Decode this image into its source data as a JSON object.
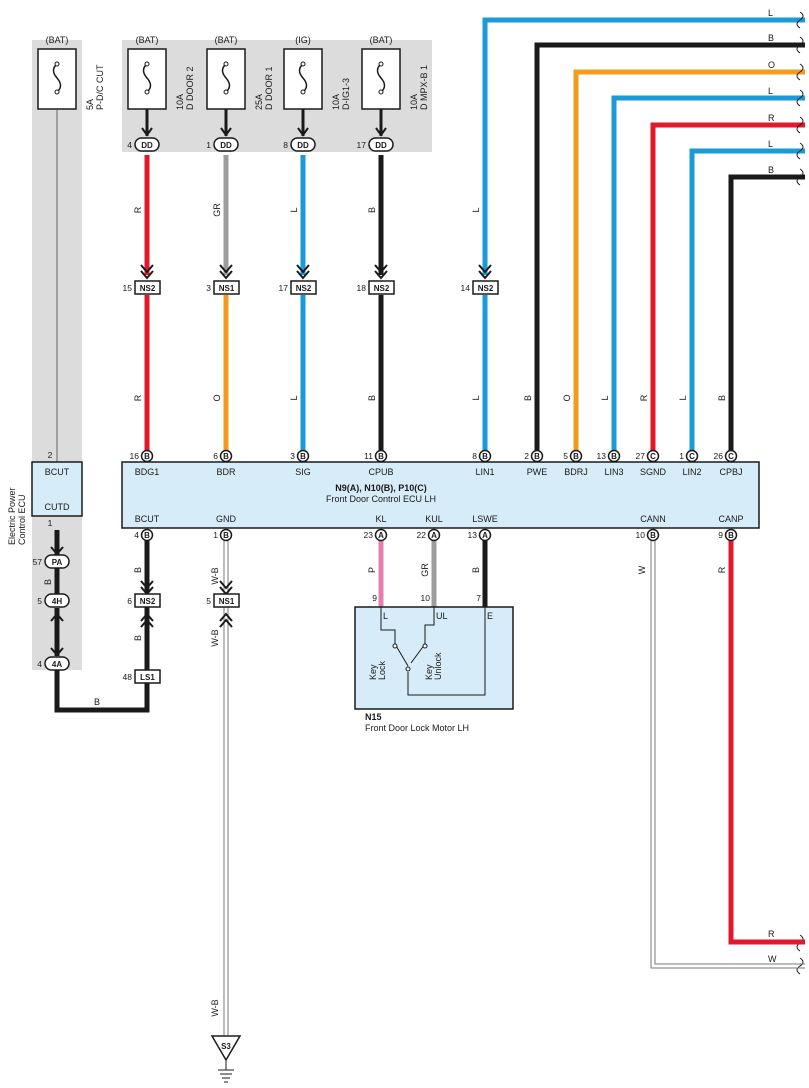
{
  "fuses": [
    {
      "source": "(BAT)",
      "rating": "5A",
      "name": "P-D/C CUT"
    },
    {
      "source": "(BAT)",
      "rating": "10A",
      "name": "D DOOR 2"
    },
    {
      "source": "(BAT)",
      "rating": "25A",
      "name": "D DOOR 1"
    },
    {
      "source": "(IG)",
      "rating": "10A",
      "name": "D-IG1-3"
    },
    {
      "source": "(BAT)",
      "rating": "10A",
      "name": "D MPX-B 1"
    }
  ],
  "dd_pins": [
    "4",
    "1",
    "8",
    "17"
  ],
  "dd_code": "DD",
  "upper_wire_colors": [
    "R",
    "GR",
    "L",
    "B",
    "L"
  ],
  "ns_connectors": [
    {
      "pin": "15",
      "code": "NS2"
    },
    {
      "pin": "3",
      "code": "NS1"
    },
    {
      "pin": "17",
      "code": "NS2"
    },
    {
      "pin": "18",
      "code": "NS2"
    },
    {
      "pin": "14",
      "code": "NS2"
    }
  ],
  "mid_wire_colors": [
    "R",
    "O",
    "L",
    "B",
    "L",
    "B",
    "O",
    "L",
    "R",
    "L",
    "B"
  ],
  "right_lines": [
    {
      "color_code": "L",
      "hex": "#1a9ad6"
    },
    {
      "color_code": "B",
      "hex": "#1a1a1a"
    },
    {
      "color_code": "O",
      "hex": "#f29b1c"
    },
    {
      "color_code": "L",
      "hex": "#1a9ad6"
    },
    {
      "color_code": "R",
      "hex": "#e3182d"
    },
    {
      "color_code": "L",
      "hex": "#1a9ad6"
    },
    {
      "color_code": "B",
      "hex": "#1a1a1a"
    }
  ],
  "ecu_top_pins": [
    {
      "num": "16",
      "conn": "B",
      "name": "BDG1"
    },
    {
      "num": "6",
      "conn": "B",
      "name": "BDR"
    },
    {
      "num": "3",
      "conn": "B",
      "name": "SIG"
    },
    {
      "num": "11",
      "conn": "B",
      "name": "CPUB"
    },
    {
      "num": "8",
      "conn": "B",
      "name": "LIN1"
    },
    {
      "num": "2",
      "conn": "B",
      "name": "PWE"
    },
    {
      "num": "5",
      "conn": "B",
      "name": "BDRJ"
    },
    {
      "num": "13",
      "conn": "B",
      "name": "LIN3"
    },
    {
      "num": "27",
      "conn": "C",
      "name": "SGND"
    },
    {
      "num": "1",
      "conn": "C",
      "name": "LIN2"
    },
    {
      "num": "26",
      "conn": "C",
      "name": "CPBJ"
    }
  ],
  "ecu_bottom_pins": [
    {
      "num": "4",
      "conn": "B",
      "name": "BCUT"
    },
    {
      "num": "1",
      "conn": "B",
      "name": "GND"
    },
    {
      "num": "23",
      "conn": "A",
      "name": "KL"
    },
    {
      "num": "22",
      "conn": "A",
      "name": "KUL"
    },
    {
      "num": "13",
      "conn": "A",
      "name": "LSWE"
    },
    {
      "num": "10",
      "conn": "B",
      "name": "CANN"
    },
    {
      "num": "9",
      "conn": "B",
      "name": "CANP"
    }
  ],
  "main_ecu": {
    "title": "N9(A), N10(B), P10(C)",
    "subtitle": "Front Door Control ECU LH"
  },
  "power_ecu": {
    "label_line1": "Electric Power",
    "label_line2": "Control ECU",
    "pin_top": "2",
    "term_top": "BCUT",
    "term_bottom": "CUTD",
    "pin_bottom": "1"
  },
  "left_chain": [
    {
      "pin": "57",
      "code": "PA"
    },
    {
      "pin": "5",
      "code": "4H"
    },
    {
      "pin": "4",
      "code": "4A"
    }
  ],
  "left_wire_colors": [
    "B",
    "B"
  ],
  "lower_left_connectors": [
    {
      "pin": "6",
      "code": "NS2"
    },
    {
      "pin": "48",
      "code": "LS1"
    },
    {
      "pin": "5",
      "code": "NS1"
    }
  ],
  "lower_wire_colors": [
    "B",
    "B",
    "W-B",
    "W-B",
    "W-B",
    "P",
    "GR",
    "B",
    "W",
    "R"
  ],
  "ground": {
    "code": "S3"
  },
  "motor": {
    "code": "N15",
    "name": "Front Door Lock Motor LH",
    "pins": [
      "9",
      "10",
      "7"
    ],
    "terms": [
      "L",
      "UL",
      "E"
    ],
    "switch_lock_1": "Key",
    "switch_lock_2": "Lock",
    "switch_unlock_1": "Key",
    "switch_unlock_2": "Unlock"
  },
  "bottom_right_lines": [
    {
      "color_code": "R",
      "hex": "#e3182d"
    },
    {
      "color_code": "W",
      "hex": "#ffffff"
    }
  ],
  "colors": {
    "red": "#e3182d",
    "black": "#1a1a1a",
    "blue": "#1a9ad6",
    "orange": "#f29b1c",
    "gray": "#9d9d9c",
    "pink": "#e47eb0",
    "ecu_fill": "#d6ecf8",
    "shade": "#dcdcdc"
  }
}
